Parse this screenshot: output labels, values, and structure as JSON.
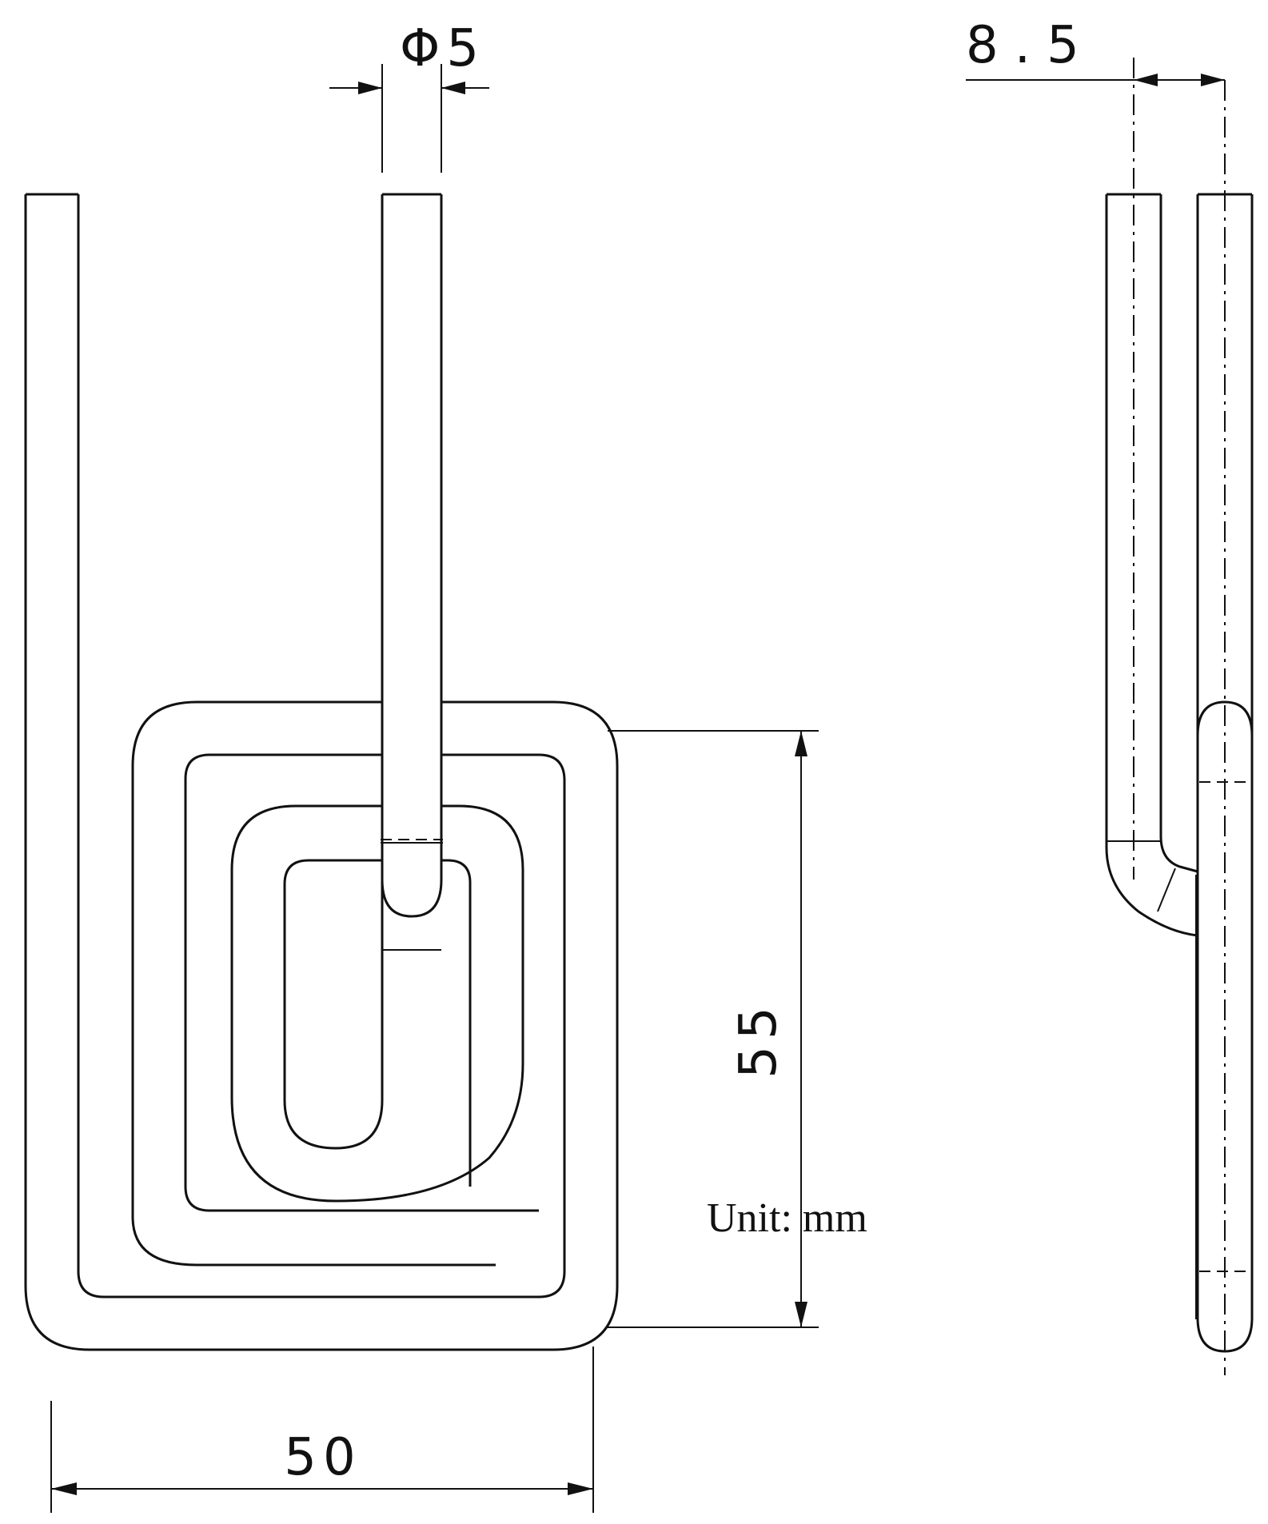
{
  "dimensions": {
    "wire_diameter": "Φ5",
    "lead_offset": "8.5",
    "coil_height": "55",
    "coil_width": "50"
  },
  "unit_note": "Unit: mm",
  "colors": {
    "line": "#111111",
    "background": "#ffffff"
  }
}
